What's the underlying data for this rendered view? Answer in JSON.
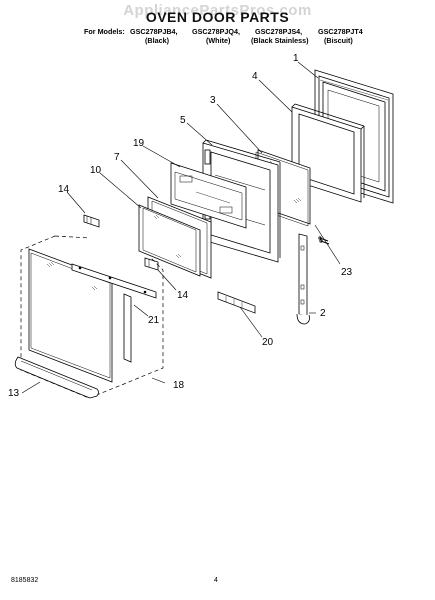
{
  "watermark": "AppliancePartsPros.com",
  "title": "OVEN DOOR PARTS",
  "models": {
    "prefix": "For Models:",
    "list": [
      "GSC278PJB4,",
      "GSC278PJQ4,",
      "GSC278PJS4,",
      "GSC278PJT4"
    ],
    "finishes": [
      "(Black)",
      "(White)",
      "(Black Stainless)",
      "(Biscuit)"
    ]
  },
  "callouts": {
    "c1": "1",
    "c2": "2",
    "c3": "3",
    "c4": "4",
    "c5": "5",
    "c7": "7",
    "c10": "10",
    "c13": "13",
    "c14a": "14",
    "c14b": "14",
    "c18": "18",
    "c19": "19",
    "c20": "20",
    "c21": "21",
    "c23": "23"
  },
  "footer": {
    "doc_number": "8185832",
    "page_number": "4"
  }
}
